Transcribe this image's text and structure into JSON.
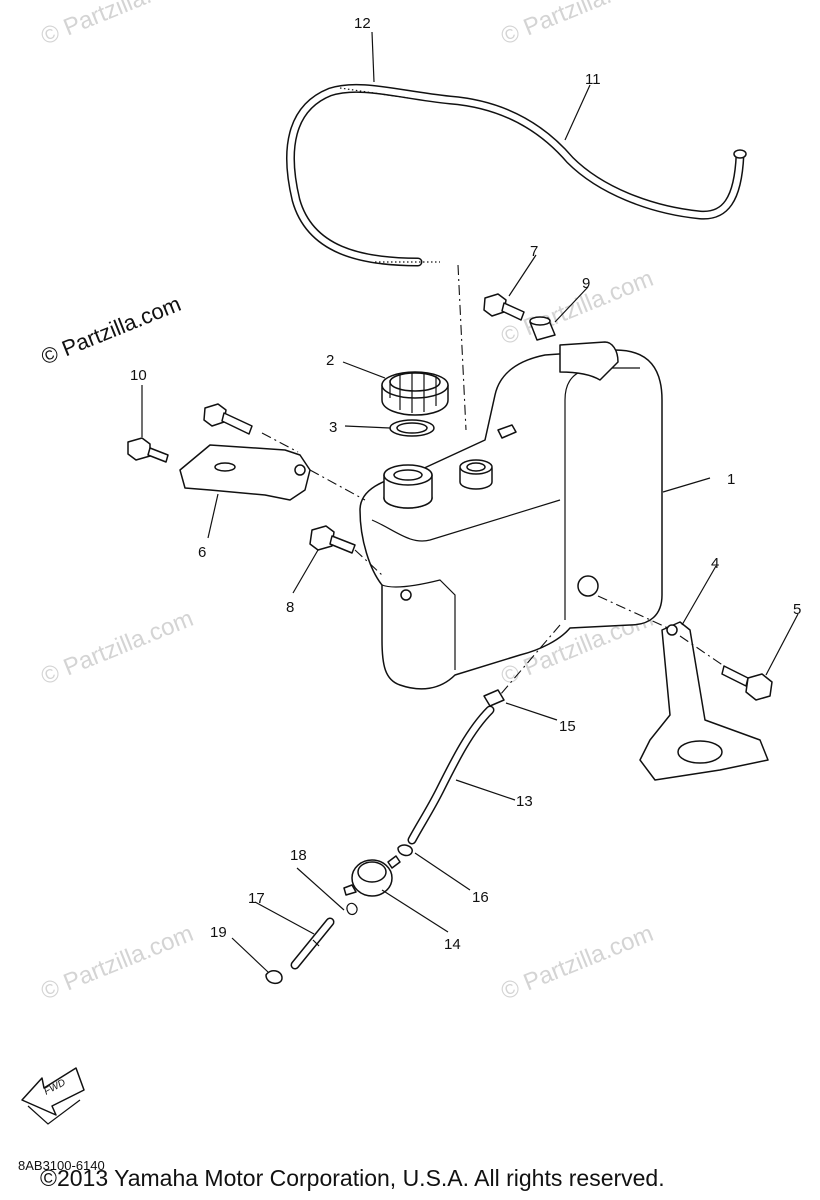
{
  "watermark": "© Partzilla.com",
  "diagram_code": "8AB3100-6140",
  "copyright": "©2013 Yamaha Motor Corporation, U.S.A. All rights reserved.",
  "fwd_label": "FWD",
  "callouts": [
    "1",
    "2",
    "3",
    "4",
    "5",
    "6",
    "7",
    "8",
    "9",
    "10",
    "11",
    "12",
    "13",
    "14",
    "15",
    "16",
    "17",
    "18",
    "19"
  ]
}
